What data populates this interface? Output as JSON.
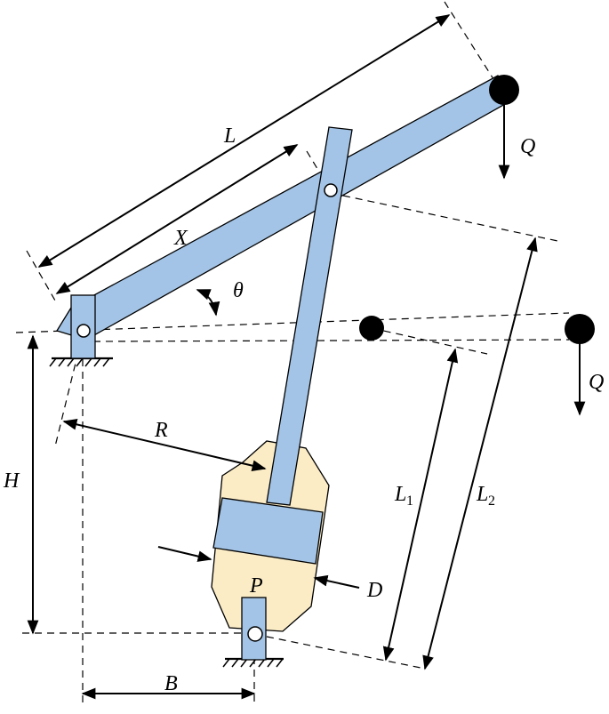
{
  "colors": {
    "member_fill": "#a3c4e6",
    "cylinder_fill": "#fbecc6",
    "mass": "#000000",
    "line": "#000000"
  },
  "labels": {
    "L": "L",
    "X": "X",
    "theta": "θ",
    "Q_top": "Q",
    "Q_right": "Q",
    "R": "R",
    "H": "H",
    "B": "B",
    "P": "P",
    "D": "D",
    "L1_main": "L",
    "L1_sub": "1",
    "L2_main": "L",
    "L2_sub": "2"
  }
}
